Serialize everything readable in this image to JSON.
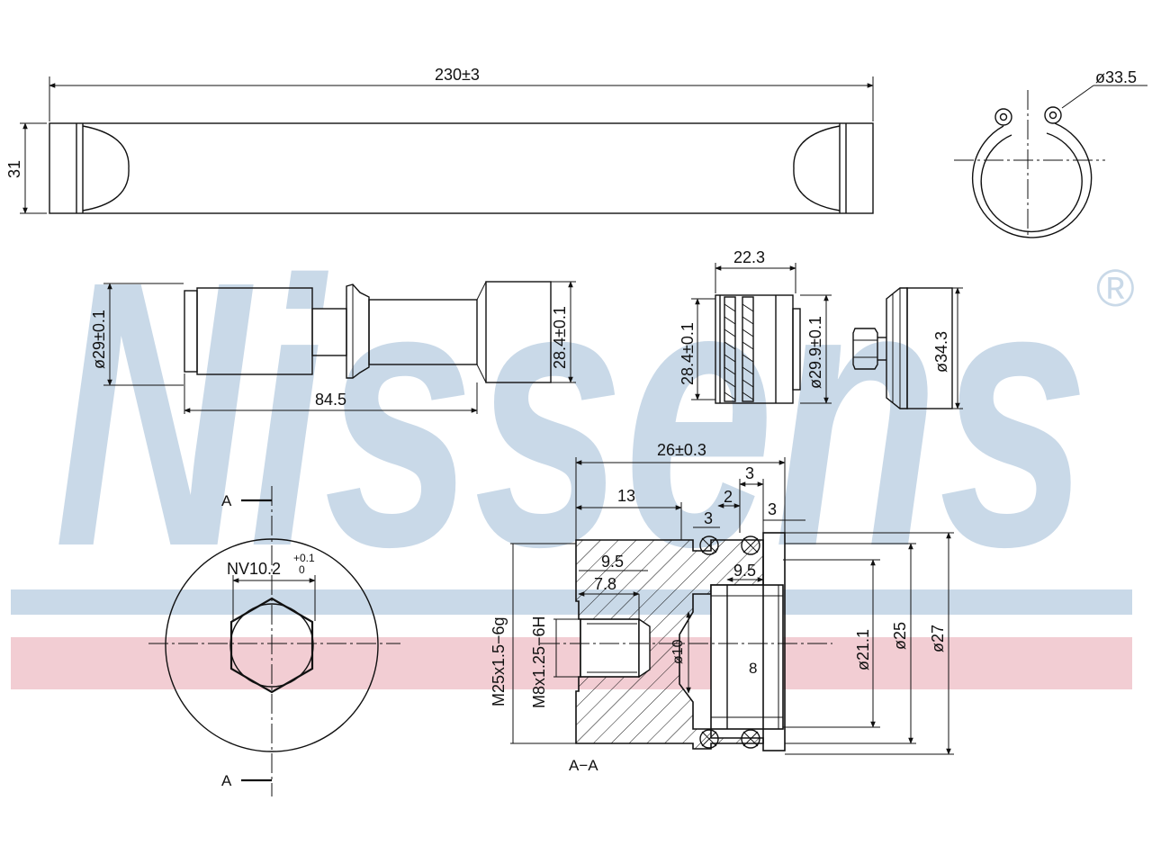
{
  "brand": {
    "watermark_text": "Nissens",
    "registered_mark": "®",
    "color_blue": "#c9d9e8",
    "color_red": "#f2cdd3"
  },
  "views": {
    "top": {
      "length_label": "230±3",
      "height_label": "31"
    },
    "clip": {
      "diameter_label": "ø33.5"
    },
    "filter": {
      "diameter_label": "ø29±0.1",
      "length_label": "84.5",
      "right_diameter_label": "28.4±0.1"
    },
    "seal_side": {
      "width_label": "22.3",
      "left_diameter_label": "28.4±0.1",
      "right_diameter_label": "ø29.9±0.1"
    },
    "cap_side": {
      "diameter_label": "ø34.3"
    },
    "end": {
      "section_mark": "A",
      "hex_label": "NV10.2",
      "hex_tol_upper": "+0.1",
      "hex_tol_lower": "0"
    },
    "section": {
      "title": "A−A",
      "width_label": "26±0.3",
      "dim_13": "13",
      "dim_3_top": "3",
      "dim_2": "2",
      "dim_3_right": "3",
      "dim_3_left": "3",
      "dim_9_5_left": "9.5",
      "dim_7_8": "7.8",
      "dim_9_5_right": "9.5",
      "outer_thread": "M25x1.5−6g",
      "inner_thread": "M8x1.25−6H",
      "bore_label": "ø10",
      "hex_label": "8",
      "dia_21_1": "ø21.1",
      "dia_25": "ø25",
      "dia_27": "ø27"
    }
  }
}
